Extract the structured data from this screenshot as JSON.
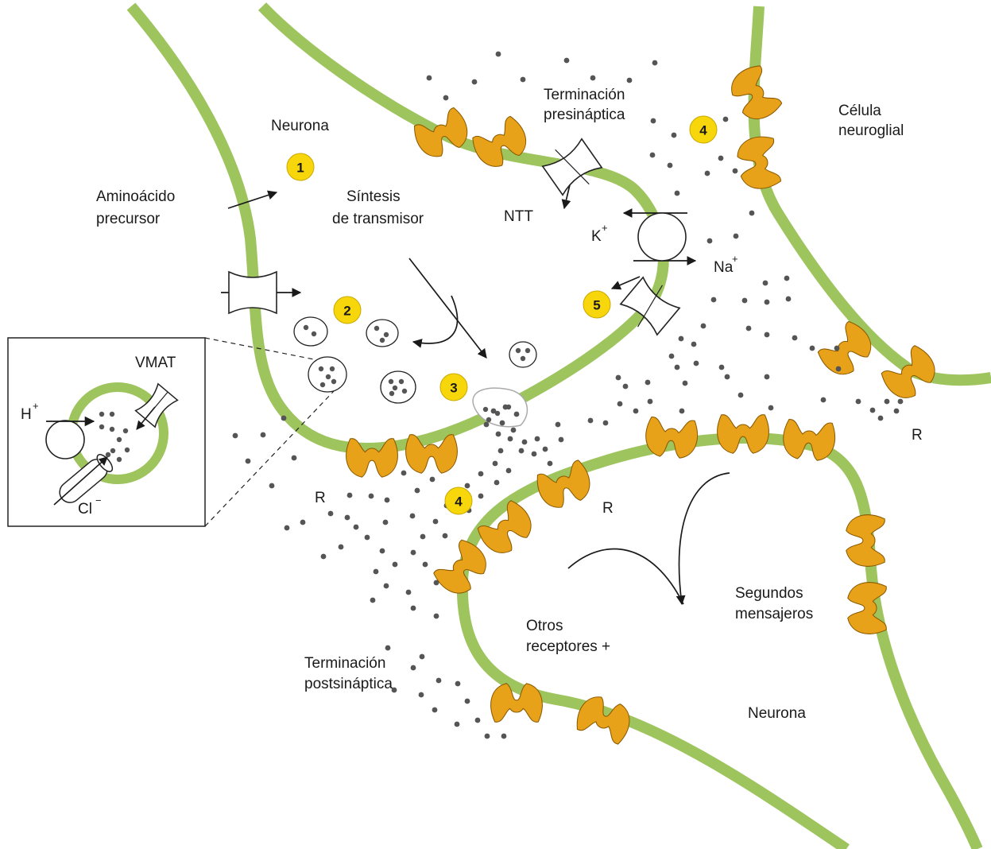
{
  "colors": {
    "membrane": "#9ec45d",
    "receptor": "#e8a21a",
    "receptor_stroke": "#8a5a00",
    "step_badge": "#f7d70c",
    "dot": "#555555"
  },
  "labels": {
    "neurona_top": "Neurona",
    "aminoacido_1": "Aminoácido",
    "aminoacido_2": "precursor",
    "sintesis_1": "Síntesis",
    "sintesis_2": "de transmisor",
    "terminacion_pre_1": "Terminación",
    "terminacion_pre_2": "presináptica",
    "ntt": "NTT",
    "k": "K",
    "na": "Na",
    "plus": "+",
    "celula_1": "Célula",
    "celula_2": "neuroglial",
    "vmat": "VMAT",
    "h": "H",
    "cl": "Cl",
    "minus": "−",
    "r_left": "R",
    "r_mid": "R",
    "r_right": "R",
    "otros_1": "Otros",
    "otros_2": "receptores +",
    "segundos_1": "Segundos",
    "segundos_2": "mensajeros",
    "terminacion_post_1": "Terminación",
    "terminacion_post_2": "postsináptica",
    "neurona_bottom": "Neurona"
  },
  "steps": [
    "1",
    "2",
    "3",
    "4",
    "4",
    "5"
  ],
  "icons": [
    "receptor-icon",
    "transporter-icon",
    "pump-icon",
    "vesicle-icon",
    "arrow-icon"
  ]
}
